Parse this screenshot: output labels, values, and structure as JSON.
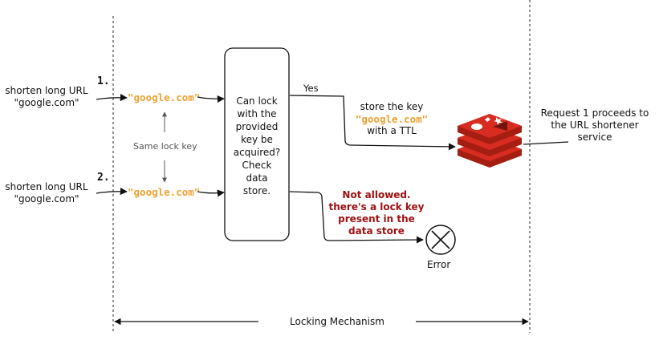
{
  "requests": [
    {
      "number": "1.",
      "line1": "shorten long URL",
      "line2": "\"google.com\"",
      "key": "\"google.com\""
    },
    {
      "number": "2.",
      "line1": "shorten long URL",
      "line2": "\"google.com\"",
      "key": "\"google.com\""
    }
  ],
  "same_lock_key": "Same lock key",
  "lock_box": [
    "Can lock",
    "with the",
    "provided",
    "key be",
    "acquired?",
    "Check",
    "data",
    "store."
  ],
  "yes_label": "Yes",
  "store_key": {
    "line1": "store the key",
    "key": "\"google.com\"",
    "line3": "with a TTL"
  },
  "not_allowed": [
    "Not allowed.",
    "there's a lock key",
    "present in the",
    "data store"
  ],
  "error_label": "Error",
  "proceeds": [
    "Request 1 proceeds to",
    "the URL shortener",
    "service"
  ],
  "footer": "Locking Mechanism",
  "colors": {
    "key_orange": "#F0A030",
    "error_red": "#A01010",
    "redis_red": "#D42B20"
  },
  "icons": {
    "data_store": "redis-logo-icon",
    "error": "error-x-circle-icon"
  }
}
